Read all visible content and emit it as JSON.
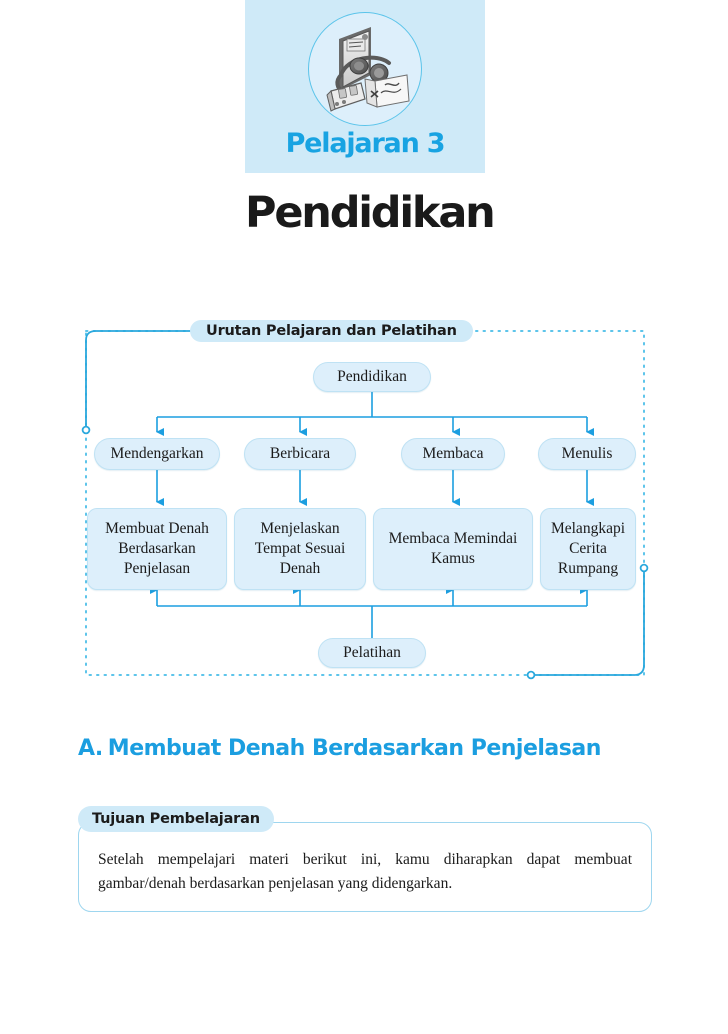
{
  "header": {
    "lesson_label": "Pelajaran 3",
    "page_title": "Pendidikan",
    "illustration_name": "book-headphones-cassette-illustration",
    "banner_color": "#cfeaf8",
    "accent_color": "#18a3e2"
  },
  "diagram": {
    "title": "Urutan Pelajaran dan Pelatihan",
    "root": "Pendidikan",
    "skills": [
      "Mendengarkan",
      "Berbicara",
      "Membaca",
      "Menulis"
    ],
    "activities": [
      "Membuat Denah Berdasarkan Penjelasan",
      "Menjelaskan Tempat Sesuai Denah",
      "Membaca Memindai Kamus",
      "Melangkapi Cerita Rumpang"
    ],
    "footer_node": "Pelatihan",
    "node_fill": "#ddeffb",
    "connector_color": "#1b9ee0"
  },
  "section": {
    "letter": "A.",
    "heading": "Membuat Denah Berdasarkan Penjelasan",
    "heading_color": "#1b9ee0"
  },
  "objective": {
    "tab_label": "Tujuan Pembelajaran",
    "body": "Setelah mempelajari materi berikut ini, kamu diharapkan dapat membuat gambar/denah berdasarkan penjelasan yang didengarkan."
  }
}
